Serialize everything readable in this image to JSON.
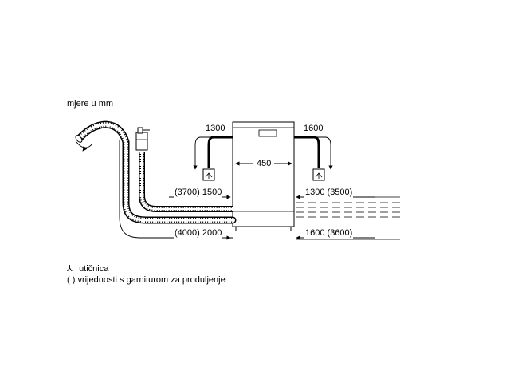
{
  "units_note": "mjere u mm",
  "dims": {
    "left_top": "1300",
    "right_top": "1600",
    "width": "450",
    "left_mid": "(3700) 1500",
    "right_mid": "1300 (3500)",
    "left_bottom": "(4000) 2000",
    "right_bottom": "1600 (3600)"
  },
  "legend": {
    "socket_symbol": "⅄",
    "socket_label": "utičnica",
    "ext_symbol": "( )",
    "ext_label": "vrijednosti s garniturom za produljenje"
  },
  "colors": {
    "line": "#000000",
    "hose_fill": "#ffffff",
    "dash": "#555555"
  }
}
